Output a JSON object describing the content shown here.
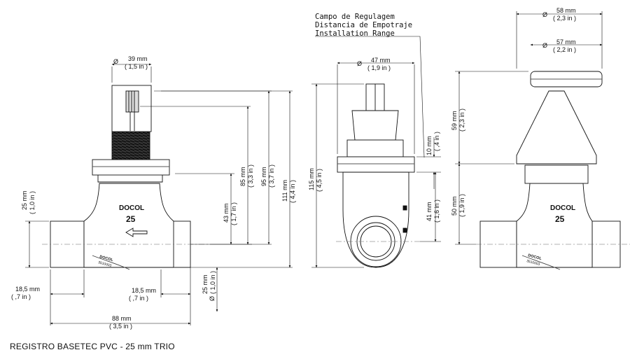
{
  "caption": "REGISTRO BASETEC PVC - 25 mm TRIO",
  "brand": "DOCOL",
  "size_mark": "25",
  "small_mark_1": "DOCOL",
  "small_mark_2": "3510003",
  "range_note": [
    "Campo de Regulagem",
    "Distancia de Empotraje",
    "Installation Range"
  ],
  "dims": {
    "d39": {
      "mm": "39 mm",
      "in": "( 1,5 in )"
    },
    "d47": {
      "mm": "47 mm",
      "in": "( 1,9 in )"
    },
    "d58": {
      "mm": "58 mm",
      "in": "( 2,3 in )"
    },
    "d57": {
      "mm": "57 mm",
      "in": "( 2,2 in )"
    },
    "h25": {
      "mm": "25 mm",
      "in": "( 1,0 in )"
    },
    "h43": {
      "mm": "43 mm",
      "in": "( 1,7 in )"
    },
    "h85": {
      "mm": "85 mm",
      "in": "( 3,3 in )"
    },
    "h95": {
      "mm": "95 mm",
      "in": "( 3,7 in )"
    },
    "h111": {
      "mm": "111 mm",
      "in": "( 4,4 in )"
    },
    "h115": {
      "mm": "115 mm",
      "in": "( 4,5 in )"
    },
    "h10": {
      "mm": "10 mm",
      "in": "( ,4 in )"
    },
    "h41": {
      "mm": "41 mm",
      "in": "( 1,6 in )"
    },
    "h59": {
      "mm": "59 mm",
      "in": "( 2,3 in )"
    },
    "h50": {
      "mm": "50 mm",
      "in": "( 1,9 in )"
    },
    "w18a": {
      "mm": "18,5 mm",
      "in": "( ,7 in )"
    },
    "w18b": {
      "mm": "18,5 mm",
      "in": "( ,7 in )"
    },
    "d25b": {
      "mm": "25 mm",
      "in": "( 1,0 in )"
    },
    "w88": {
      "mm": "88 mm",
      "in": "( 3,5 in )"
    }
  },
  "diameter_symbol": "Ø"
}
